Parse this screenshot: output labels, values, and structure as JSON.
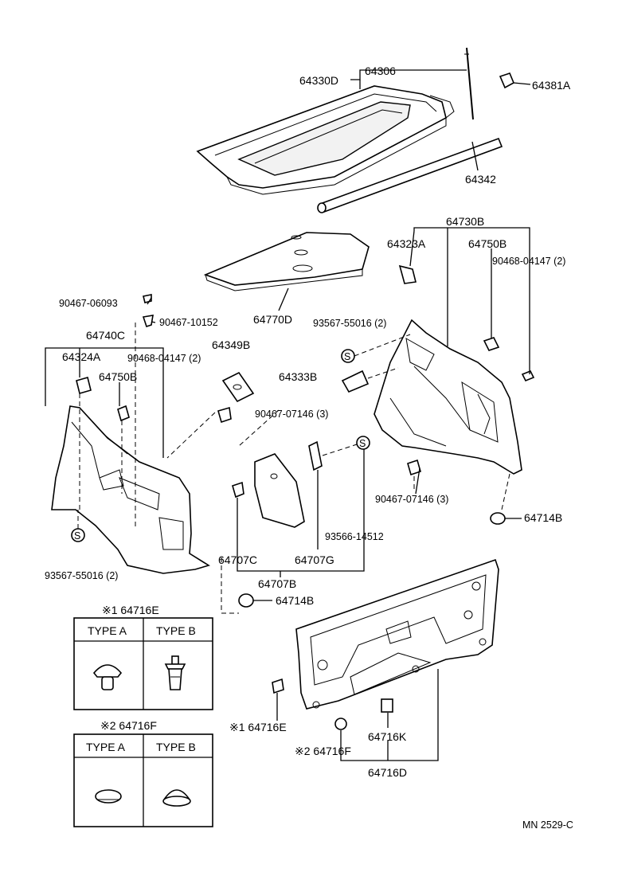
{
  "labels": {
    "p64330D": "64330D",
    "p64306": "64306",
    "p64381A": "64381A",
    "p64342": "64342",
    "p64770D": "64770D",
    "p64730B": "64730B",
    "p64323A": "64323A",
    "p64750B_r": "64750B",
    "p90468_r": "90468-04147 (2)",
    "p93567_r": "93567-55016 (2)",
    "p64333B": "64333B",
    "p90467_07146_r": "90467-07146 (3)",
    "p64714B_r": "64714B",
    "p90467_06093": "90467-06093",
    "p90467_10152": "90467-10152",
    "p64740C": "64740C",
    "p64324A": "64324A",
    "p90468_l": "90468-04147 (2)",
    "p64750B_l": "64750B",
    "p64349B": "64349B",
    "p90467_07146_l": "90467-07146 (3)",
    "p93567_l": "93567-55016 (2)",
    "p93566": "93566-14512",
    "p64707C": "64707C",
    "p64707G": "64707G",
    "p64707B": "64707B",
    "p64714B_l": "64714B",
    "p64716E": "※1 64716E",
    "p64716F": "※2 64716F",
    "p64716K": "64716K",
    "p64716D": "64716D",
    "screw_s": "S",
    "footer": "MN  2529-C"
  },
  "tables": [
    {
      "title": "※1 64716E",
      "col_a": "TYPE A",
      "col_b": "TYPE B"
    },
    {
      "title": "※2 64716F",
      "col_a": "TYPE A",
      "col_b": "TYPE B"
    }
  ]
}
